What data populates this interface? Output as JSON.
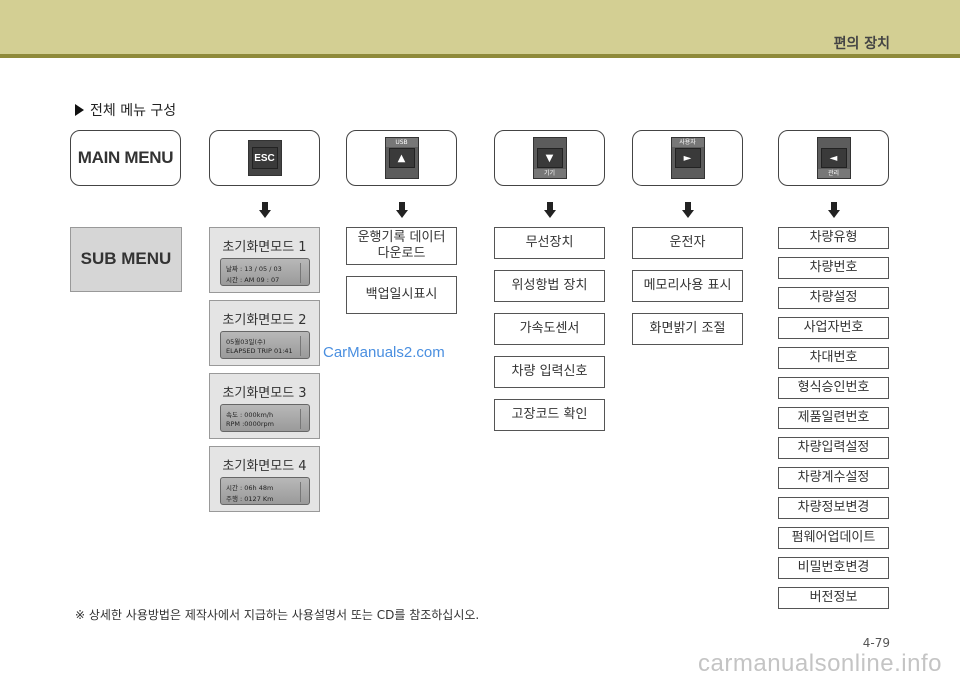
{
  "header": {
    "title": "편의 장치"
  },
  "section_title": "전체 메뉴 구성",
  "main_menu_label": "MAIN MENU",
  "sub_menu_label": "SUB MENU",
  "keys": {
    "esc": {
      "cap": "ESC"
    },
    "usb": {
      "top": "USB",
      "cap": "▲"
    },
    "gigi": {
      "cap": "▼",
      "bottom": "기기"
    },
    "user": {
      "top": "사용자",
      "cap": "►"
    },
    "admin": {
      "cap": "◄",
      "bottom": "관리"
    }
  },
  "modes": [
    {
      "label": "초기화면모드 1",
      "line1": "날짜 : 13 / 05 / 03",
      "line2": "시간 : AM  09 : 07"
    },
    {
      "label": "초기화면모드 2",
      "line1": "05월03일(수)",
      "line2": "ELAPSED   TRIP   01:41"
    },
    {
      "label": "초기화면모드 3",
      "line1": "속도 : 000km/h",
      "line2": "RPM :0000rpm"
    },
    {
      "label": "초기화면모드 4",
      "line1": "시간 : 06h 48m",
      "line2": "주행 : 0127 Km"
    }
  ],
  "usb_items": [
    "운행기록 데이터 다운로드",
    "백업일시표시"
  ],
  "gigi_items": [
    "무선장치",
    "위성항법 장치",
    "가속도센서",
    "차량 입력신호",
    "고장코드 확인"
  ],
  "user_items": [
    "운전자",
    "메모리사용 표시",
    "화면밝기 조절"
  ],
  "admin_items": [
    "차량유형",
    "차량번호",
    "차량설정",
    "사업자번호",
    "차대번호",
    "형식승인번호",
    "제품일련번호",
    "차량입력설정",
    "차량계수설정",
    "차량정보변경",
    "펌웨어업데이트",
    "비밀번호변경",
    "버전정보"
  ],
  "watermark": "CarManuals2.com",
  "note": "※ 상세한 사용방법은 제작사에서 지급하는 사용설명서 또는 CD를 참조하십시오.",
  "page_number": "4-79",
  "footer_watermark": "carmanualsonline.info"
}
